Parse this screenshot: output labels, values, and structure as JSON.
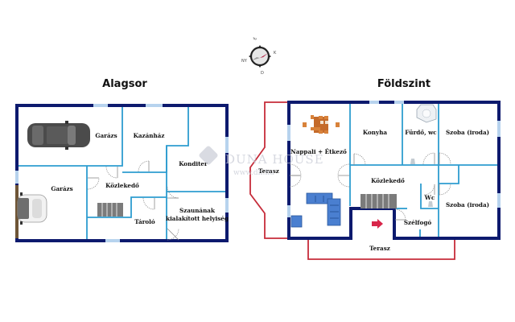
{
  "plans": [
    {
      "title": "Alagsor",
      "rooms": [
        "Garázs",
        "Kazánház",
        "Garázs",
        "Közlekedő",
        "Konditer",
        "Tároló",
        "Szaunának",
        "kialakított helyiség"
      ]
    },
    {
      "title": "Földszint",
      "rooms": [
        "Nappali + Étkező",
        "Konyha",
        "Fürdő, wc",
        "Szoba (iroda)",
        "Közlekedő",
        "Wc",
        "Szoba (iroda)",
        "Szélfogó",
        "Terasz",
        "Terasz"
      ]
    }
  ],
  "compass": {
    "labels": [
      "É",
      "K",
      "D",
      "NY"
    ]
  },
  "watermark": {
    "brand": "DUNA HOUSE",
    "url": "www.dh.hu"
  },
  "colors": {
    "outer_wall": "#0d1a6e",
    "inner_wall": "#2e9dd0",
    "window": "#b7d3ee",
    "terrace": "#c62c3a",
    "entrance_arrow": "#d8264a"
  }
}
